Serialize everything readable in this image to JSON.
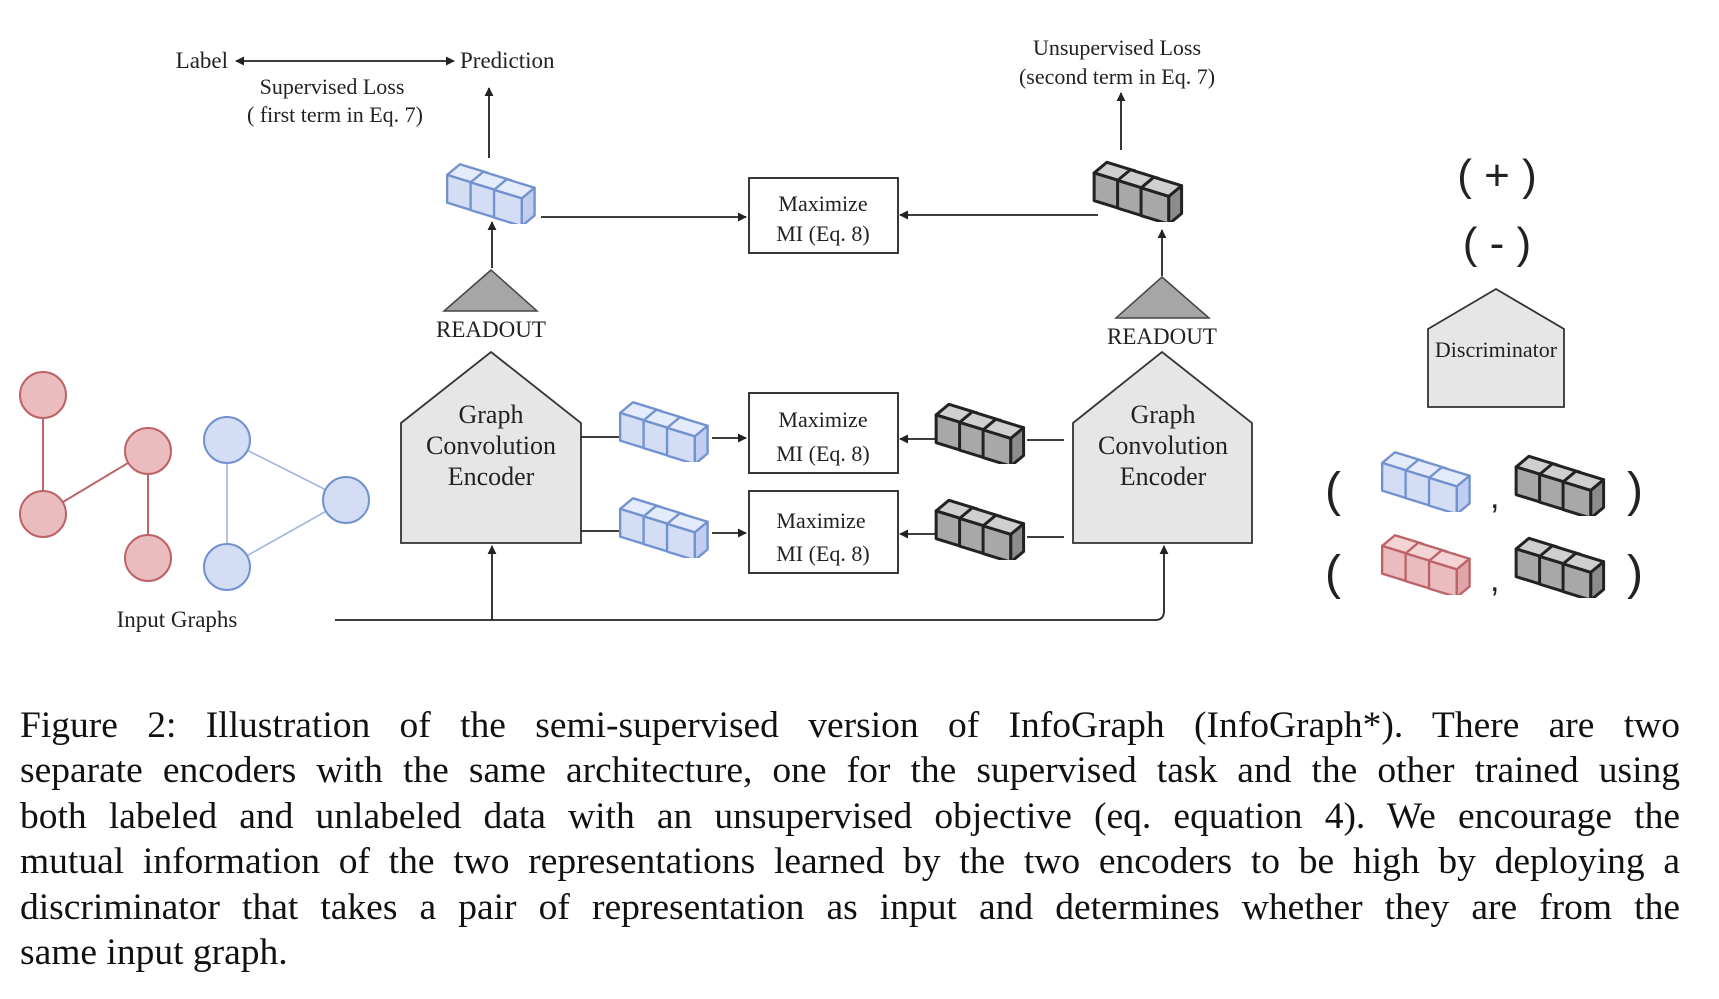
{
  "figure": {
    "label_text": "Label",
    "prediction_text": "Prediction",
    "supervised_loss": [
      "Supervised Loss",
      "( first term in Eq. 7)"
    ],
    "unsupervised_loss": [
      "Unsupervised Loss",
      "(second term in Eq. 7)"
    ],
    "maximize_mi": [
      "Maximize",
      "MI (Eq. 8)"
    ],
    "readout": "READOUT",
    "encoder": [
      "Graph",
      "Convolution",
      "Encoder"
    ],
    "discriminator": "Discriminator",
    "positive_symbol": "( + )",
    "negative_symbol": "( - )",
    "input_graphs": "Input Graphs",
    "pair_open": "(",
    "pair_comma": ",",
    "pair_close": ")",
    "colors": {
      "blue_fill": "#d3def5",
      "blue_stroke": "#7291cf",
      "red_fill": "#ebbcbe",
      "red_stroke": "#bb6367",
      "dark_fill": "#a8a8a8",
      "dark_stroke": "#222222",
      "encoder_fill": "#e6e6e6",
      "readout_fill": "#a6a6a6"
    }
  },
  "caption": {
    "lines": [
      "Figure 2: Illustration of the semi-supervised version of InfoGraph (InfoGraph*). There are two",
      "separate encoders with the same architecture, one for the supervised task and the other trained using",
      "both labeled and unlabeled data with an unsupervised objective (eq. equation 4). We encourage the",
      "mutual information of the two representations learned by the two encoders to be high by deploying a",
      "discriminator that takes a pair of representation as input and determines whether they are from the",
      "same input graph."
    ]
  }
}
